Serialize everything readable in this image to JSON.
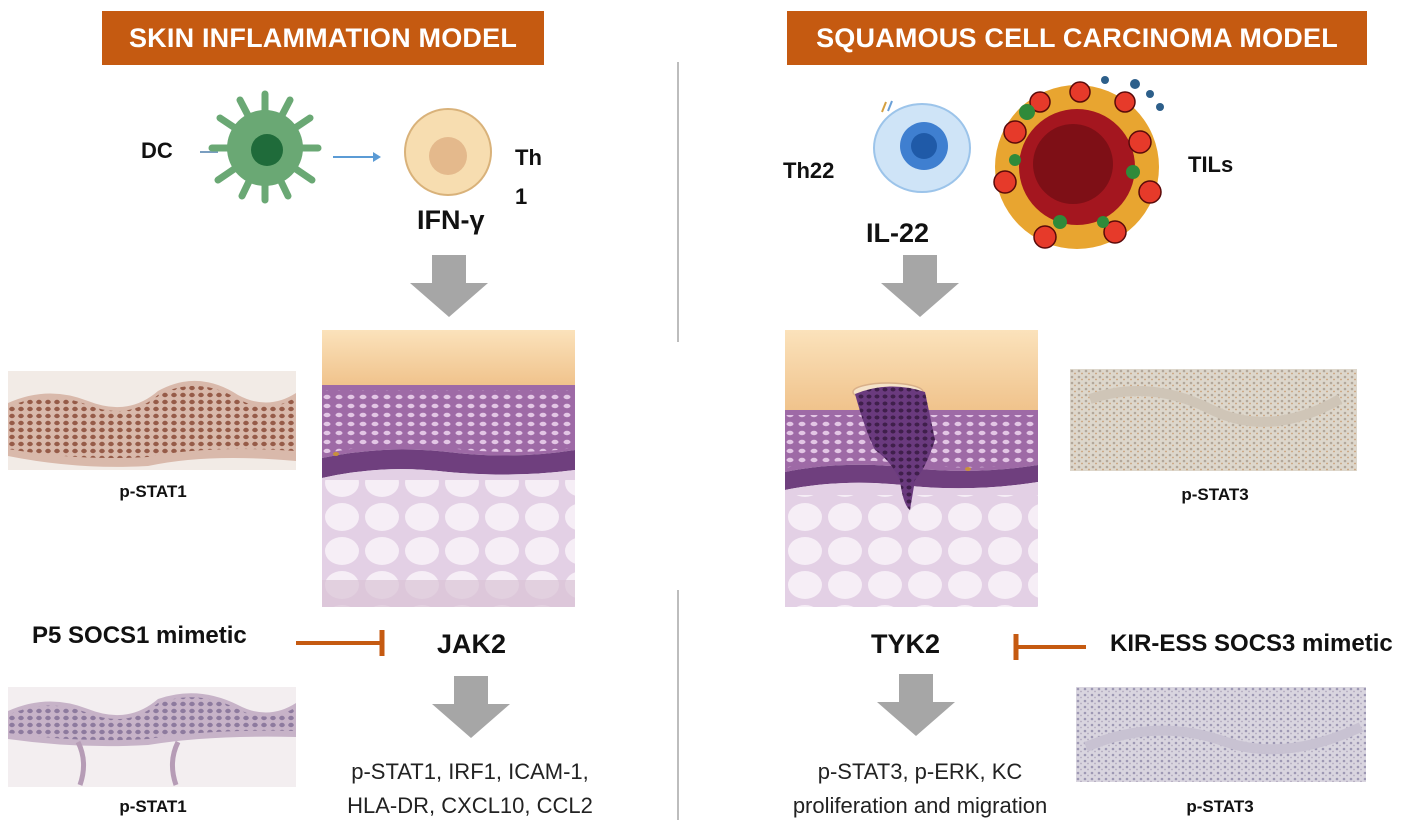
{
  "left": {
    "banner": "SKIN INFLAMMATION MODEL",
    "dc_label": "DC",
    "th_label_line1": "Th",
    "th_label_line2": "1",
    "cytokine": "IFN-γ",
    "stain_top_caption": "p-STAT1",
    "stain_bottom_caption": "p-STAT1",
    "inhibitor": "P5 SOCS1 mimetic",
    "kinase": "JAK2",
    "outputs_line1": "p-STAT1, IRF1, ICAM-1,",
    "outputs_line2": "HLA-DR, CXCL10, CCL2"
  },
  "right": {
    "banner": "SQUAMOUS CELL CARCINOMA MODEL",
    "th_label": "Th22",
    "tils_label": "TILs",
    "cytokine": "IL-22",
    "stain_top_caption": "p-STAT3",
    "stain_bottom_caption": "p-STAT3",
    "inhibitor": "KIR-ESS SOCS3 mimetic",
    "kinase": "TYK2",
    "outputs_line1": "p-STAT3, p-ERK, KC",
    "outputs_line2": "proliferation and migration"
  },
  "colors": {
    "banner": "#c55a11",
    "inhibit_line": "#c55a11",
    "gray_arrow": "#a6a6a6",
    "dc_cell": "#6aa874",
    "th1_cell": "#f5d9a8",
    "th22_cell": "#3f7fd0",
    "epidermis": "#9e6aa6",
    "dermis": "#eadcea"
  }
}
